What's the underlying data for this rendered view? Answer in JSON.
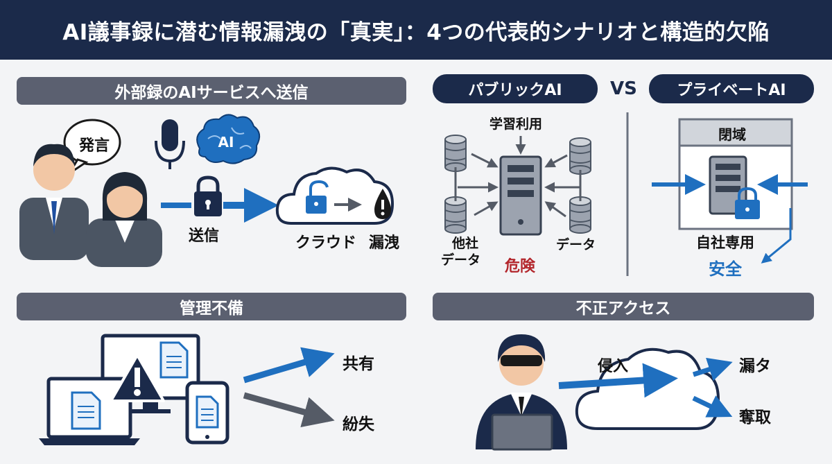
{
  "title": "AI議事録に潜む情報漏洩の「真実」：4つの代表的シナリオと構造的欠陥",
  "panel1": {
    "header": "外部録のAIサービスへ送信",
    "speech_bubble": "発言",
    "ai_label": "AI",
    "send_label": "送信",
    "cloud_label": "クラウド",
    "leak_label": "漏洩"
  },
  "panel2": {
    "public_pill": "パブリックAI",
    "vs": "VS",
    "private_pill": "プライベートAI",
    "learning_label": "学習利用",
    "other_company_line1": "他社",
    "other_company_line2": "データ",
    "data_label": "データ",
    "danger_label": "危険",
    "closed_label": "閉域",
    "own_company_label": "自社専用",
    "safe_label": "安全"
  },
  "panel3": {
    "header": "管理不備",
    "share_label": "共有",
    "lost_label": "紛失"
  },
  "panel4": {
    "header": "不正アクセス",
    "intrusion_label": "侵入",
    "leak_label": "漏タ",
    "steal_label": "奪取"
  },
  "colors": {
    "navy": "#1b2a4a",
    "gray_header": "#5b6070",
    "blue_arrow": "#1f6fbf",
    "danger_red": "#b3262c",
    "safe_blue": "#1f6fbf"
  }
}
